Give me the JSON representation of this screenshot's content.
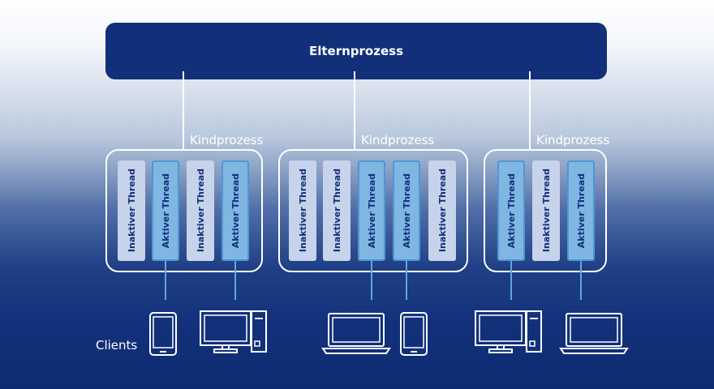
{
  "parent_process": {
    "label": "Elternprozess"
  },
  "child_label": "Kindprozess",
  "thread_labels": {
    "inactive": "Inaktiver Thread",
    "active": "Aktiver Thread"
  },
  "clients_label": "Clients",
  "groups": [
    {
      "label": "Kindprozess",
      "threads": [
        "inactive",
        "active",
        "inactive",
        "active"
      ]
    },
    {
      "label": "Kindprozess",
      "threads": [
        "inactive",
        "inactive",
        "active",
        "active",
        "inactive"
      ]
    },
    {
      "label": "Kindprozess",
      "threads": [
        "active",
        "inactive",
        "active"
      ]
    }
  ],
  "colors": {
    "parent": "#12307a",
    "thread_active": "#7fb6e2",
    "thread_inactive": "#c7d3ea",
    "connector": "#5fa7de"
  }
}
